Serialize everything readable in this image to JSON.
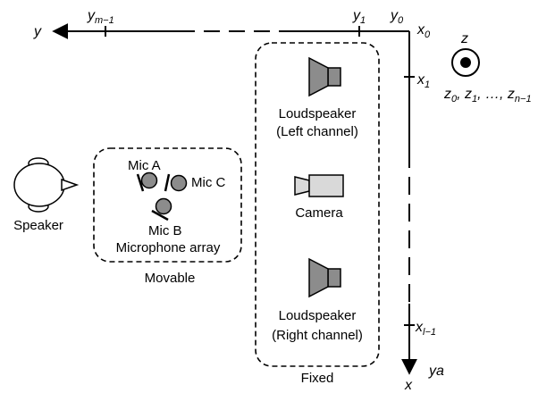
{
  "axes": {
    "y_label": "y",
    "x_label": "x",
    "z_label": "z",
    "ya_label": "ya",
    "y_ticks": [
      {
        "base": "y",
        "sub": "m−1"
      },
      {
        "base": "y",
        "sub": "1"
      },
      {
        "base": "y",
        "sub": "0"
      }
    ],
    "x_ticks": [
      {
        "base": "x",
        "sub": "0"
      },
      {
        "base": "x",
        "sub": "1"
      },
      {
        "base": "x",
        "sub": "l−1"
      }
    ],
    "z_list": {
      "z0": {
        "base": "z",
        "sub": "0"
      },
      "z1": {
        "base": "z",
        "sub": "1"
      },
      "ellipsis": ", …, ",
      "zn": {
        "base": "z",
        "sub": "n−1"
      },
      "sep": ", "
    }
  },
  "fixed_group": {
    "caption": "Fixed",
    "left_speaker": [
      "Loudspeaker",
      "(Left channel)"
    ],
    "camera": "Camera",
    "right_speaker": [
      "Loudspeaker",
      "(Right channel)"
    ]
  },
  "movable_group": {
    "caption": "Movable",
    "mic_a": "Mic A",
    "mic_b": "Mic B",
    "mic_c": "Mic C",
    "array_label": "Microphone array"
  },
  "speaker_label": "Speaker",
  "colors": {
    "device_fill": "#8c8c8c",
    "device_light": "#d9d9d9",
    "line": "#000000"
  }
}
